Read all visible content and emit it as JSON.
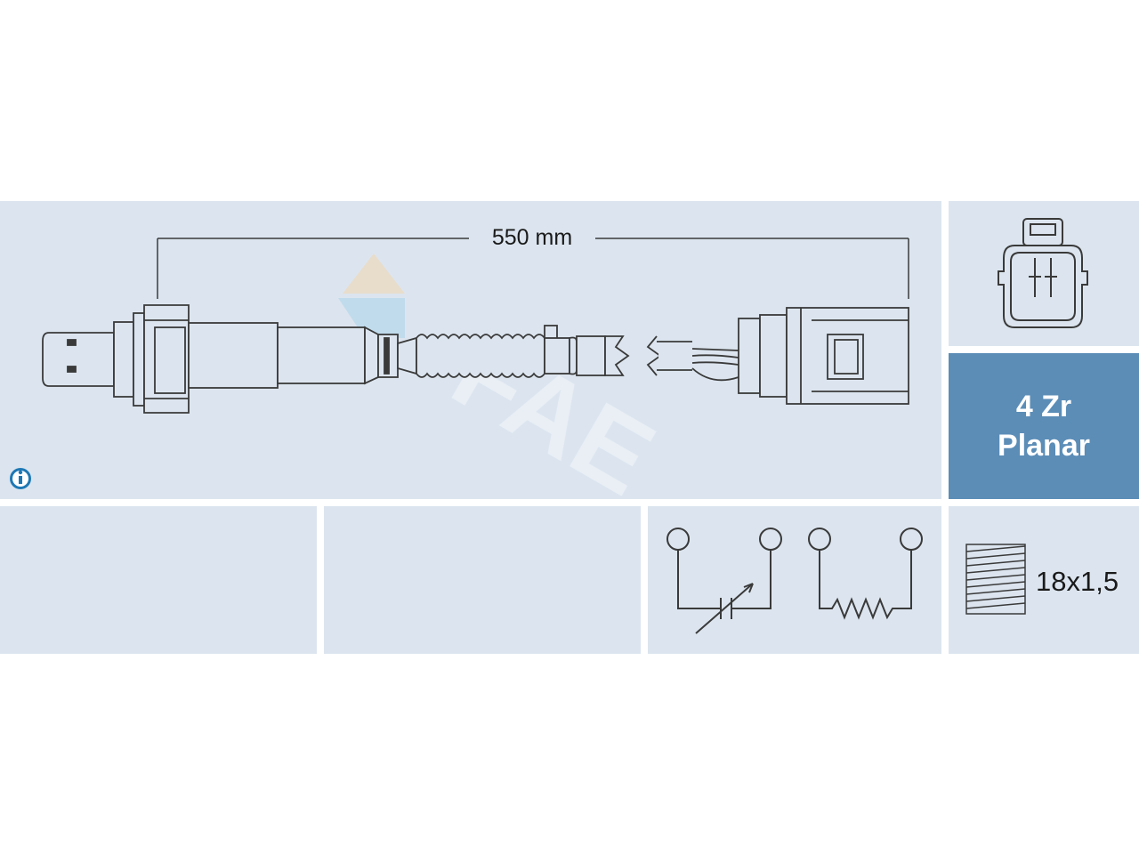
{
  "length_label": "550 mm",
  "watermark_text": "FAE",
  "sensor_type": {
    "line1": "4 Zr",
    "line2": "Planar"
  },
  "thread_label": "18x1,5",
  "colors": {
    "panel_bg": "#dce5ef",
    "accent": "#5b8db7",
    "line": "#3a3a3a",
    "info_icon": "#1e78b4"
  }
}
